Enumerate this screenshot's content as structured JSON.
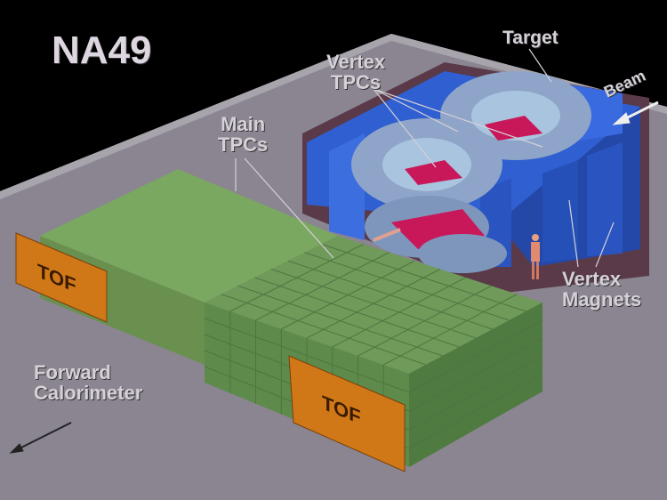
{
  "title": "NA49",
  "labels": {
    "target": "Target",
    "beam": "Beam",
    "vertex_tpcs": [
      "Vertex",
      "TPCs"
    ],
    "main_tpcs": [
      "Main",
      "TPCs"
    ],
    "vertex_magnets": [
      "Vertex",
      "Magnets"
    ],
    "forward_calorimeter": [
      "Forward",
      "Calorimeter"
    ],
    "tof_left": "TOF",
    "tof_right": "TOF"
  },
  "colors": {
    "floor": "#8a8590",
    "tpc_green": "#6f9a5a",
    "magnet_blue": "#2f5fd0",
    "tof_orange": "#d07818",
    "vertex_tpc_red": "#c8185a"
  }
}
